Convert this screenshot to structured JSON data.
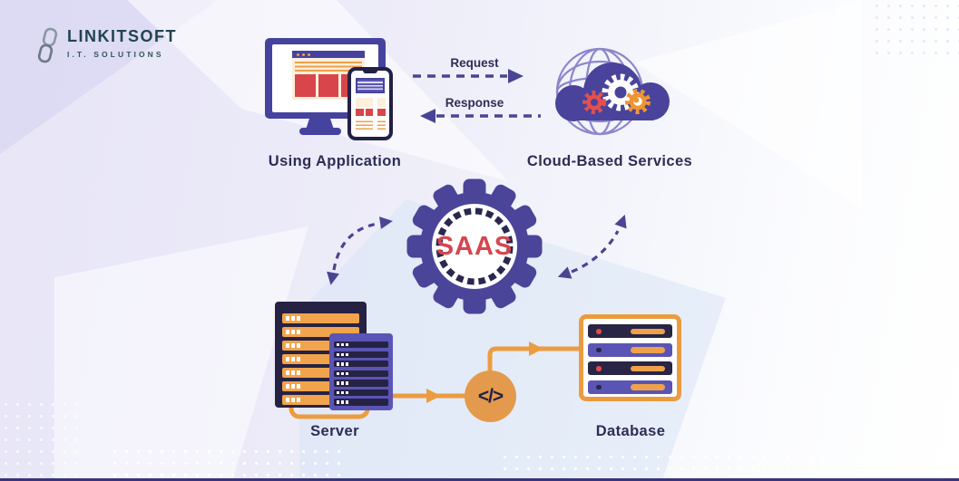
{
  "logo": {
    "title": "LINKITSOFT",
    "subtitle": "I.T. SOLUTIONS"
  },
  "diagram": {
    "title_concept": "SAAS",
    "nodes": {
      "using_application": {
        "label": "Using Application"
      },
      "cloud_services": {
        "label": "Cloud-Based Services"
      },
      "saas": {
        "label": "SAAS"
      },
      "server": {
        "label": "Server"
      },
      "database": {
        "label": "Database"
      },
      "code": {
        "glyph": "</>"
      }
    },
    "edges": {
      "request": {
        "label": "Request"
      },
      "response": {
        "label": "Response"
      }
    }
  },
  "colors": {
    "indigo": "#46439f",
    "navy": "#262244",
    "purple": "#5a55b5",
    "orange": "#eb9b3f",
    "red": "#d8464b",
    "saas_red": "#d8454e",
    "cream": "#fcefdc",
    "label_text": "#2e2c56",
    "logo_teal": "#20454e",
    "background_lavender": "#e7e5f7",
    "bottom_bar": "#39347e"
  }
}
